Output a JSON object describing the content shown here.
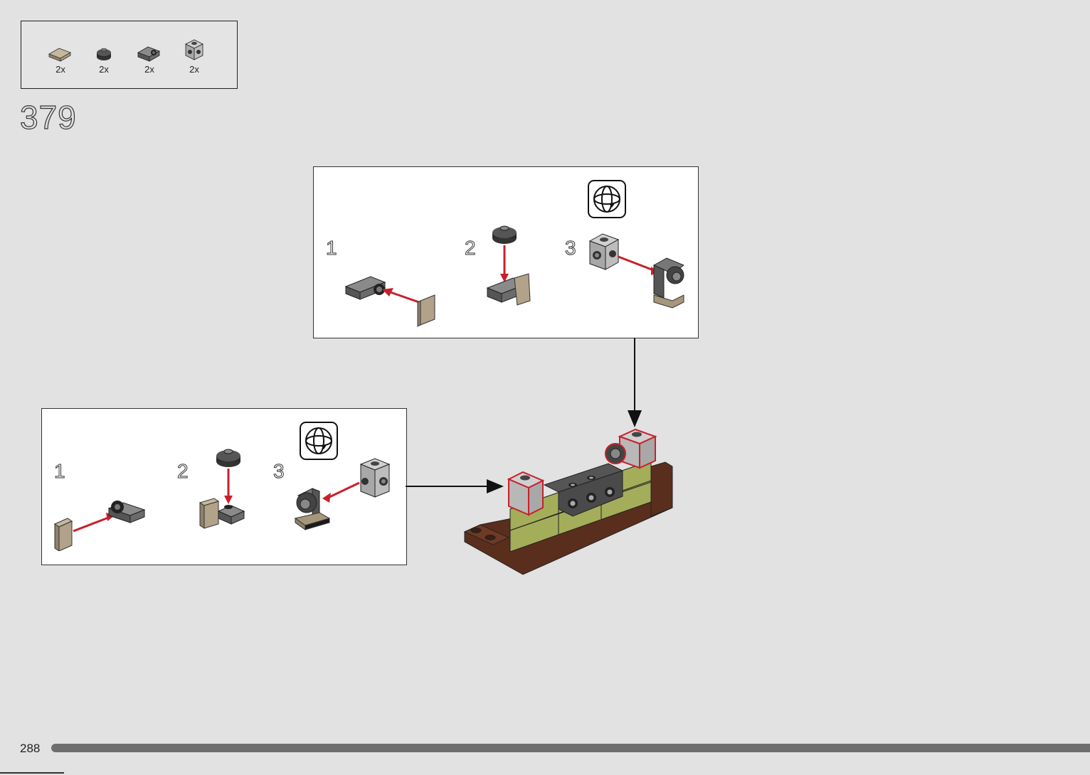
{
  "parts_list": {
    "items": [
      {
        "icon": "tan-tile-icon",
        "qty": "2x",
        "color": "#a89a82"
      },
      {
        "icon": "black-round-plate-icon",
        "qty": "2x",
        "color": "#2a2a2a"
      },
      {
        "icon": "dark-gray-bracket-icon",
        "qty": "2x",
        "color": "#6b6b6b"
      },
      {
        "icon": "light-gray-brick-studs-icon",
        "qty": "2x",
        "color": "#b5b5b5"
      }
    ]
  },
  "step": {
    "number": "379"
  },
  "callout_top": {
    "substeps": [
      "1",
      "2",
      "3"
    ],
    "icon": "rotate-model-icon"
  },
  "callout_left": {
    "substeps": [
      "1",
      "2",
      "3"
    ],
    "icon": "rotate-model-icon"
  },
  "colors": {
    "arrow_red": "#c8202b",
    "olive": "#a4ad5a",
    "brown": "#5a2e1d",
    "dark_gray": "#5a5a5a",
    "light_gray": "#b8b8b8",
    "tan": "#a6967c"
  },
  "footer": {
    "page_number": "288"
  }
}
